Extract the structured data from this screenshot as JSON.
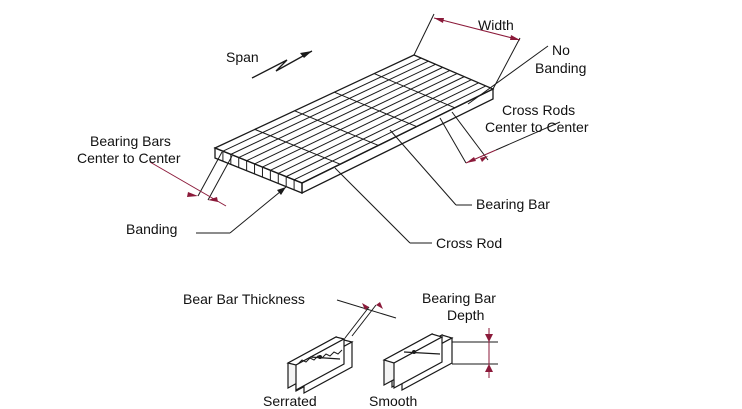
{
  "labels": {
    "span": "Span",
    "width": "Width",
    "no_banding_line1": "No",
    "no_banding_line2": "Banding",
    "cross_rods_line1": "Cross Rods",
    "cross_rods_line2": "Center to Center",
    "bearing_bars_line1": "Bearing Bars",
    "bearing_bars_line2": "Center to Center",
    "bearing_bar": "Bearing Bar",
    "banding": "Banding",
    "cross_rod": "Cross Rod",
    "bear_bar_thickness": "Bear Bar Thickness",
    "bearing_bar_depth_line1": "Bearing Bar",
    "bearing_bar_depth_line2": "Depth",
    "serrated": "Serrated",
    "smooth": "Smooth"
  },
  "colors": {
    "line": "#1a1a1a",
    "dimension": "#8b1a3a",
    "background": "#ffffff"
  }
}
